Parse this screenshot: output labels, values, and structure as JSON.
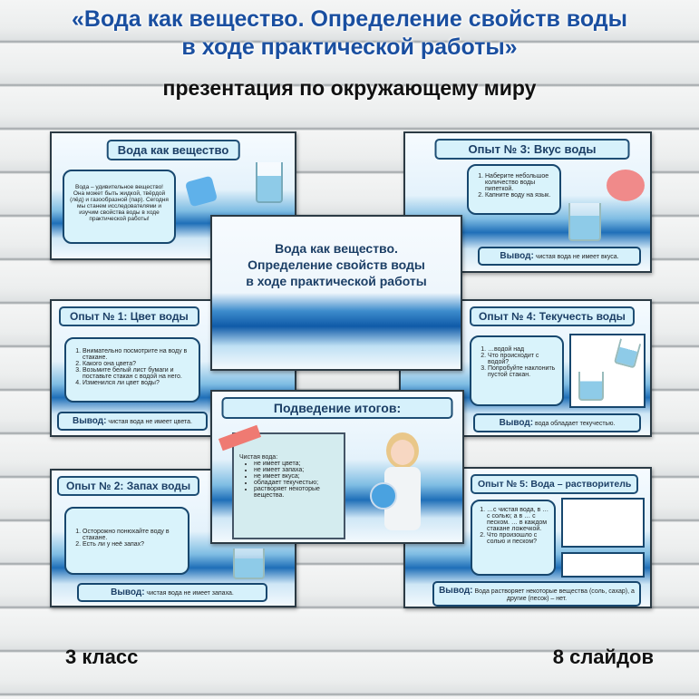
{
  "header": {
    "title_line1": "«Вода как вещество. Определение свойств воды",
    "title_line2": "в ходе практической работы»",
    "subtitle": "презентация по окружающему миру"
  },
  "footer": {
    "grade": "3 класс",
    "slides_count": "8 слайдов"
  },
  "slides": {
    "intro": {
      "title": "Вода как вещество",
      "text": "Вода – удивительное вещество! Она может быть жидкой, твёрдой (лёд) и газообразной (пар). Сегодня мы станем исследователями и изучим свойства воды в ходе практической работы!"
    },
    "cover": {
      "line1": "Вода как вещество.",
      "line2": "Определение свойств воды",
      "line3": "в ходе практической работы"
    },
    "exp1": {
      "title": "Опыт № 1: Цвет воды",
      "steps": [
        "Внимательно посмотрите на воду в стакане.",
        "Какого она цвета?",
        "Возьмите белый лист бумаги и поставьте стакан с водой на него.",
        "Изменился ли цвет воды?"
      ],
      "conclusion_label": "Вывод:",
      "conclusion": "чистая вода не имеет цвета."
    },
    "exp2": {
      "title": "Опыт № 2: Запах воды",
      "steps": [
        "Осторожно понюхайте воду в стакане.",
        "Есть ли у неё запах?"
      ],
      "conclusion_label": "Вывод:",
      "conclusion": "чистая вода не имеет запаха."
    },
    "exp3": {
      "title": "Опыт № 3: Вкус воды",
      "steps": [
        "Наберите небольшое количество воды пипеткой.",
        "Капните воду на язык."
      ],
      "conclusion_label": "Вывод:",
      "conclusion": "чистая вода не имеет вкуса."
    },
    "exp4": {
      "title": "Опыт № 4: Текучесть воды",
      "steps": [
        "…водой над",
        "Что происходит с водой?",
        "Попробуйте наклонить пустой стакан."
      ],
      "conclusion_label": "Вывод:",
      "conclusion": "вода обладает текучестью."
    },
    "exp5": {
      "title": "Опыт № 5: Вода – растворитель",
      "steps": [
        "…с чистая вода, в … с солью; а в … с песком. … в каждом стакане ложечкой.",
        "Что произошло с солью и песком?"
      ],
      "conclusion_label": "Вывод:",
      "conclusion": "Вода растворяет некоторые вещества (соль, сахар), а другие (песок) – нет."
    },
    "summary": {
      "title": "Подведение итогов:",
      "lead": "Чистая вода:",
      "items": [
        "не имеет цвета;",
        "не имеет запаха;",
        "не имеет вкуса;",
        "обладает текучестью;",
        "растворяет некоторые вещества."
      ]
    }
  }
}
